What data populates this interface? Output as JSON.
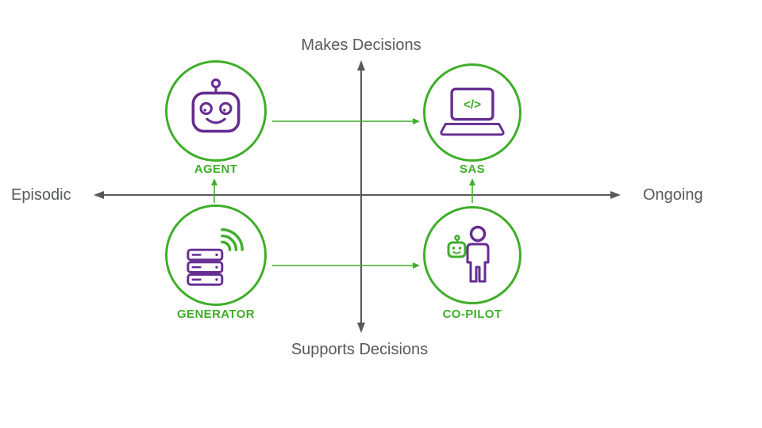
{
  "colors": {
    "green": "#3fae2a",
    "purple": "#662d91",
    "axis": "#58595b",
    "background": "#ffffff"
  },
  "axes": {
    "top": "Makes Decisions",
    "bottom": "Supports Decisions",
    "left": "Episodic",
    "right": "Ongoing"
  },
  "nodes": {
    "agent": {
      "label": "AGENT",
      "icon": "robot-icon"
    },
    "sas": {
      "label": "SAS",
      "icon": "laptop-code-icon",
      "code_glyph": "</>"
    },
    "generator": {
      "label": "GENERATOR",
      "icon": "server-wifi-icon"
    },
    "copilot": {
      "label": "CO-PILOT",
      "icon": "human-robot-icon"
    }
  },
  "arrows": [
    {
      "from": "agent",
      "to": "sas"
    },
    {
      "from": "generator",
      "to": "copilot"
    },
    {
      "from": "generator",
      "to": "agent"
    },
    {
      "from": "copilot",
      "to": "sas"
    }
  ]
}
